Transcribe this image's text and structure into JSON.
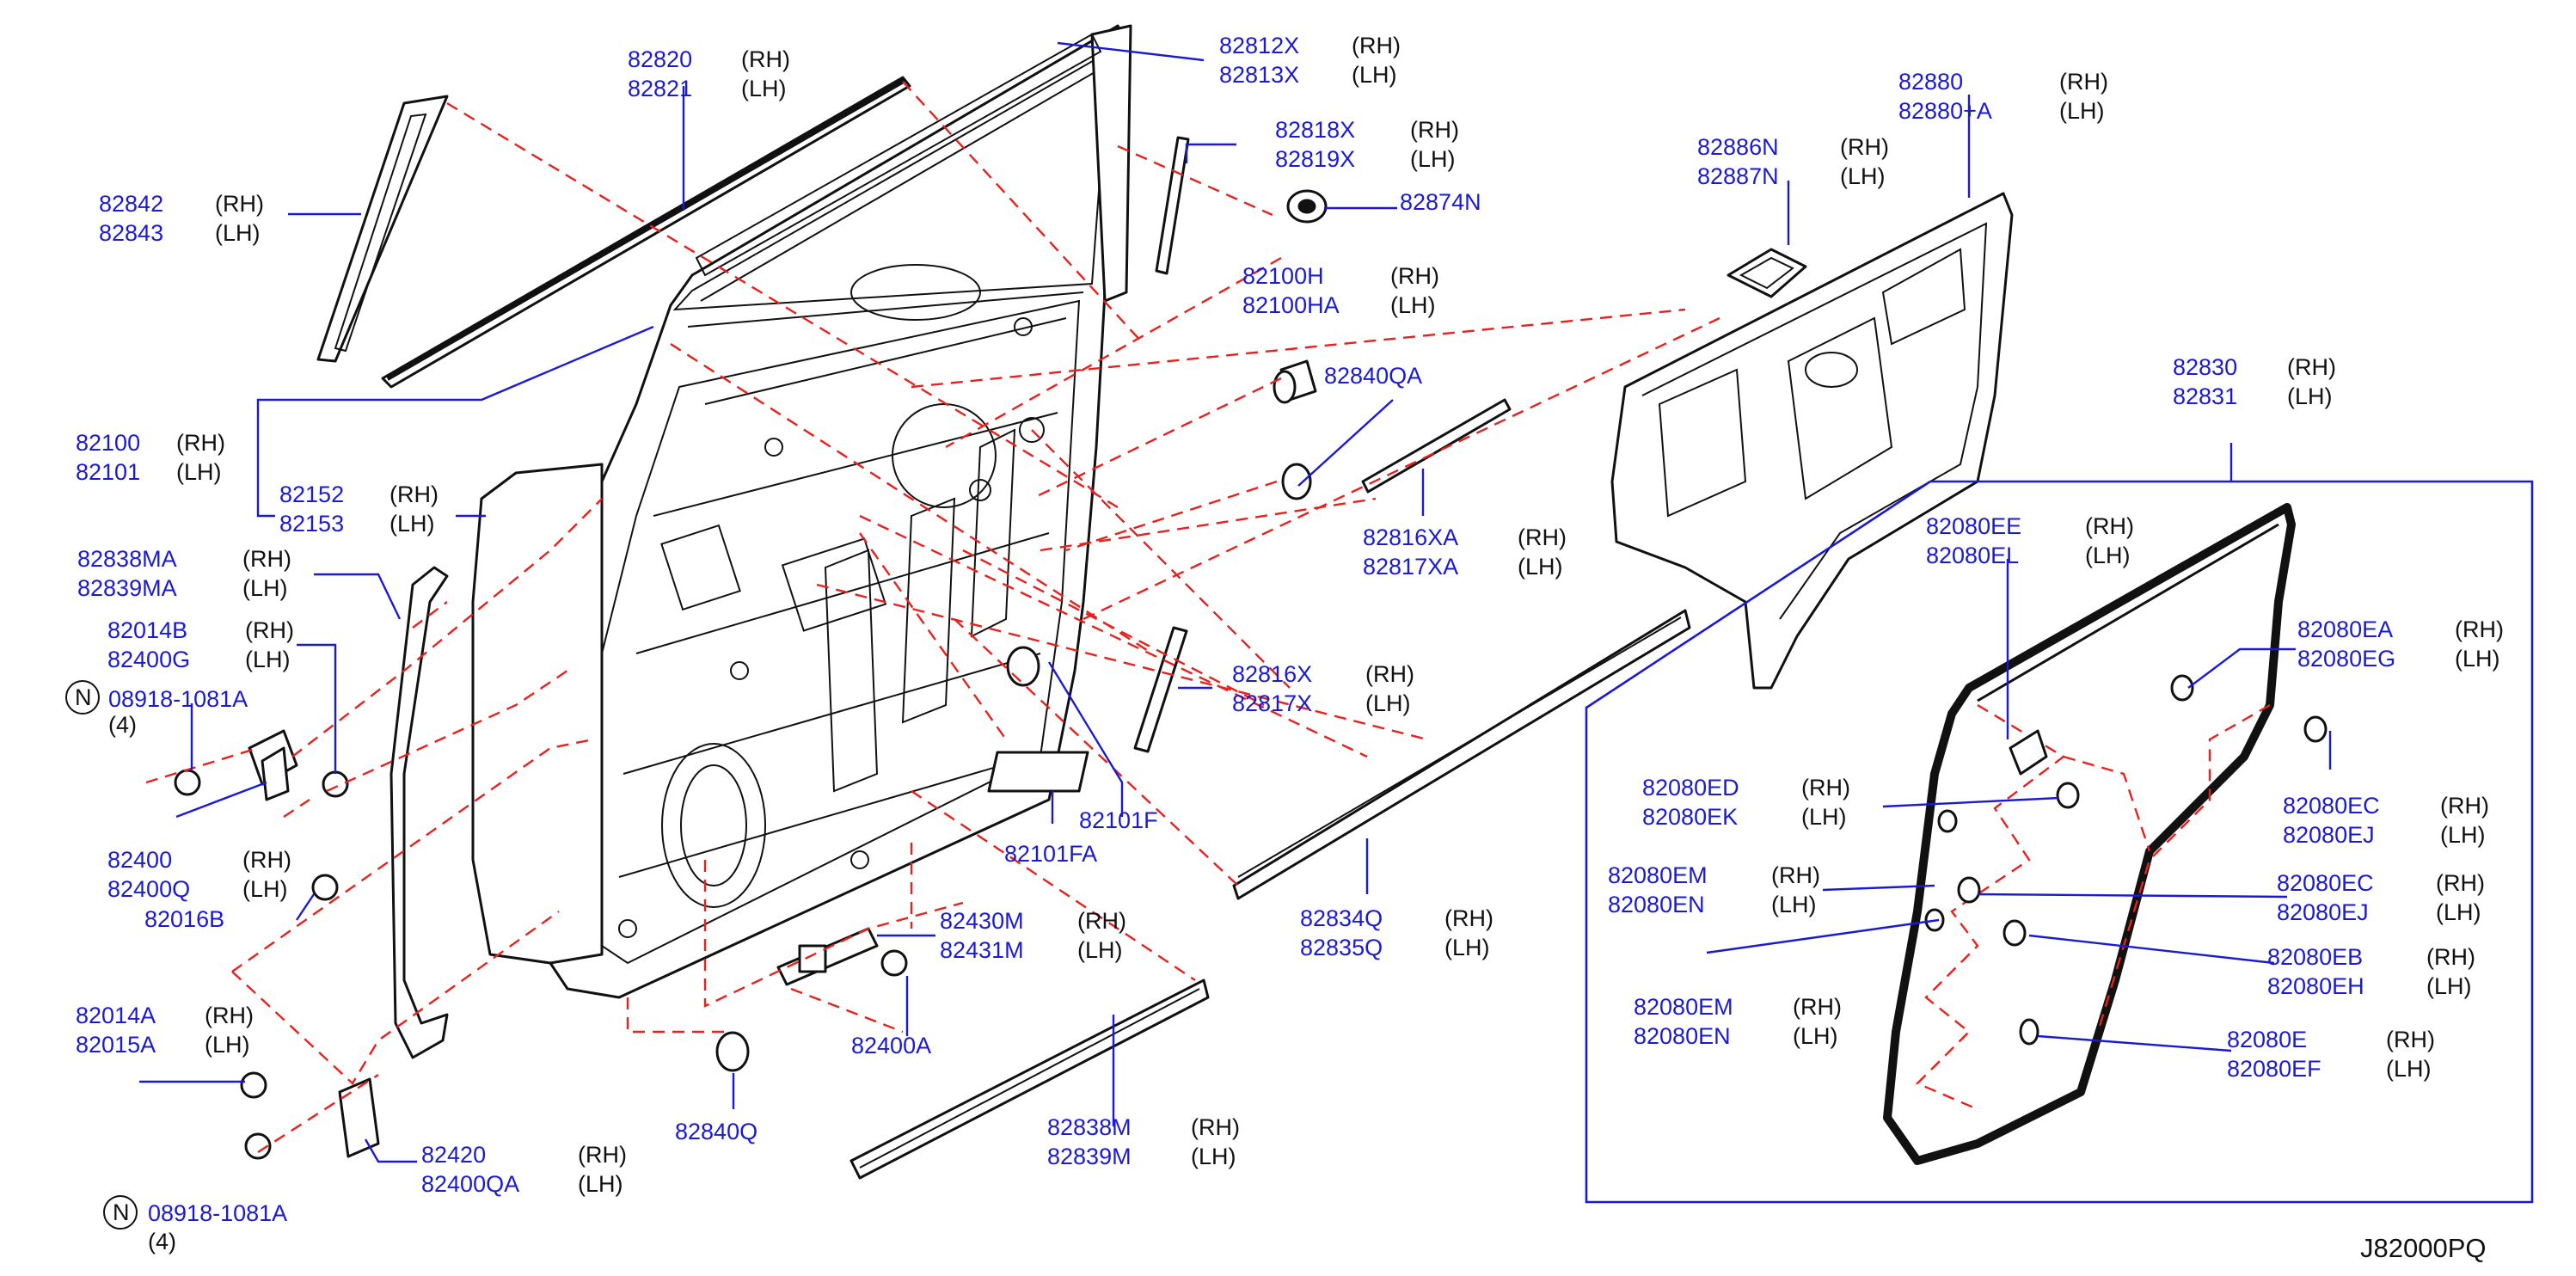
{
  "diagram": {
    "reference_code": "J82000PQ",
    "callouts": [
      {
        "id": "c1",
        "lines": [
          [
            "82820",
            "(RH)"
          ],
          [
            "82821",
            "(LH)"
          ]
        ]
      },
      {
        "id": "c2",
        "lines": [
          [
            "82812X",
            "(RH)"
          ],
          [
            "82813X",
            "(LH)"
          ]
        ]
      },
      {
        "id": "c3",
        "lines": [
          [
            "82842",
            "(RH)"
          ],
          [
            "82843",
            "(LH)"
          ]
        ]
      },
      {
        "id": "c4",
        "lines": [
          [
            "82818X",
            "(RH)"
          ],
          [
            "82819X",
            "(LH)"
          ]
        ]
      },
      {
        "id": "c5",
        "lines": [
          [
            "82874N",
            ""
          ]
        ]
      },
      {
        "id": "c6",
        "lines": [
          [
            "82100H",
            "(RH)"
          ],
          [
            "82100HA",
            "(LH)"
          ]
        ]
      },
      {
        "id": "c7",
        "lines": [
          [
            "82840QA",
            ""
          ]
        ]
      },
      {
        "id": "c8",
        "lines": [
          [
            "82886N",
            "(RH)"
          ],
          [
            "82887N",
            "(LH)"
          ]
        ]
      },
      {
        "id": "c9",
        "lines": [
          [
            "82880",
            "(RH)"
          ],
          [
            "82880+A",
            "(LH)"
          ]
        ]
      },
      {
        "id": "c10",
        "lines": [
          [
            "82100",
            "(RH)"
          ],
          [
            "82101",
            "(LH)"
          ]
        ]
      },
      {
        "id": "c11",
        "lines": [
          [
            "82152",
            "(RH)"
          ],
          [
            "82153",
            "(LH)"
          ]
        ]
      },
      {
        "id": "c12",
        "lines": [
          [
            "82816XA",
            "(RH)"
          ],
          [
            "82817XA",
            "(LH)"
          ]
        ]
      },
      {
        "id": "c13",
        "lines": [
          [
            "82830",
            "(RH)"
          ],
          [
            "82831",
            "(LH)"
          ]
        ]
      },
      {
        "id": "c14",
        "lines": [
          [
            "82838MA",
            "(RH)"
          ],
          [
            "82839MA",
            "(LH)"
          ]
        ]
      },
      {
        "id": "c15",
        "lines": [
          [
            "82014B",
            "(RH)"
          ],
          [
            "82400G",
            "(LH)"
          ]
        ]
      },
      {
        "id": "c16",
        "lines": [
          [
            "08918-1081A",
            ""
          ],
          [
            "(4)",
            ""
          ]
        ]
      },
      {
        "id": "c17",
        "lines": [
          [
            "82816X",
            "(RH)"
          ],
          [
            "82817X",
            "(LH)"
          ]
        ]
      },
      {
        "id": "c18",
        "lines": [
          [
            "82080EE",
            "(RH)"
          ],
          [
            "82080EL",
            "(LH)"
          ]
        ]
      },
      {
        "id": "c19",
        "lines": [
          [
            "82080EA",
            "(RH)"
          ],
          [
            "82080EG",
            "(LH)"
          ]
        ]
      },
      {
        "id": "c20",
        "lines": [
          [
            "82101F",
            ""
          ]
        ]
      },
      {
        "id": "c21",
        "lines": [
          [
            "82101FA",
            ""
          ]
        ]
      },
      {
        "id": "c22",
        "lines": [
          [
            "82400",
            "(RH)"
          ],
          [
            "82400Q",
            "(LH)"
          ]
        ]
      },
      {
        "id": "c23",
        "lines": [
          [
            "82016B",
            ""
          ]
        ]
      },
      {
        "id": "c24",
        "lines": [
          [
            "82080ED",
            "(RH)"
          ],
          [
            "82080EK",
            "(LH)"
          ]
        ]
      },
      {
        "id": "c25",
        "lines": [
          [
            "82080EC",
            "(RH)"
          ],
          [
            "82080EJ",
            "(LH)"
          ]
        ]
      },
      {
        "id": "c26",
        "lines": [
          [
            "82080EM",
            "(RH)"
          ],
          [
            "82080EN",
            "(LH)"
          ]
        ]
      },
      {
        "id": "c27",
        "lines": [
          [
            "82080EC",
            "(RH)"
          ],
          [
            "82080EJ",
            "(LH)"
          ]
        ]
      },
      {
        "id": "c28",
        "lines": [
          [
            "82834Q",
            "(RH)"
          ],
          [
            "82835Q",
            "(LH)"
          ]
        ]
      },
      {
        "id": "c29",
        "lines": [
          [
            "82430M",
            "(RH)"
          ],
          [
            "82431M",
            "(LH)"
          ]
        ]
      },
      {
        "id": "c30",
        "lines": [
          [
            "82080EB",
            "(RH)"
          ],
          [
            "82080EH",
            "(LH)"
          ]
        ]
      },
      {
        "id": "c31",
        "lines": [
          [
            "82400A",
            ""
          ]
        ]
      },
      {
        "id": "c32",
        "lines": [
          [
            "82080EM",
            "(RH)"
          ],
          [
            "82080EN",
            "(LH)"
          ]
        ]
      },
      {
        "id": "c33",
        "lines": [
          [
            "82014A",
            "(RH)"
          ],
          [
            "82015A",
            "(LH)"
          ]
        ]
      },
      {
        "id": "c34",
        "lines": [
          [
            "82080E",
            "(RH)"
          ],
          [
            "82080EF",
            "(LH)"
          ]
        ]
      },
      {
        "id": "c35",
        "lines": [
          [
            "82840Q",
            ""
          ]
        ]
      },
      {
        "id": "c36",
        "lines": [
          [
            "82838M",
            "(RH)"
          ],
          [
            "82839M",
            "(LH)"
          ]
        ]
      },
      {
        "id": "c37",
        "lines": [
          [
            "82420",
            "(RH)"
          ],
          [
            "82400QA",
            "(LH)"
          ]
        ]
      },
      {
        "id": "c38",
        "lines": [
          [
            "08918-1081A",
            ""
          ],
          [
            "(4)",
            ""
          ]
        ]
      }
    ],
    "colors": {
      "part_number": "#1a1ad6",
      "side_label": "#111111",
      "leader": "#1a1ad6",
      "phantom_line": "#e8211d",
      "linework": "#111111"
    }
  }
}
